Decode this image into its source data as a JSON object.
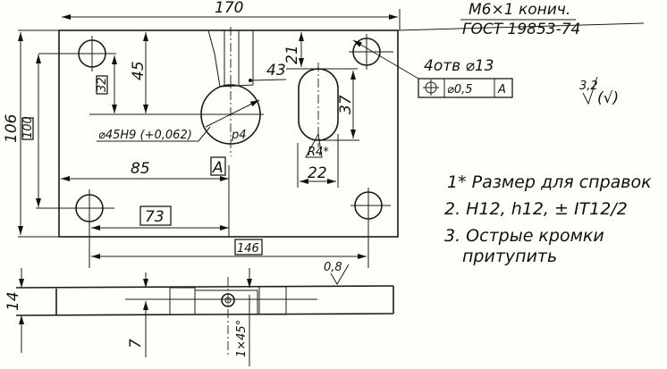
{
  "drawing": {
    "dimensions": {
      "overall_width": "170",
      "overall_height": "106",
      "hole_spacing_vertical": "100",
      "to_bore_vertical": "45",
      "ref_32": "32",
      "to_bore_horizontal": "85",
      "ref_73": "73",
      "hole_spacing_horizontal": "146",
      "slot_offset_x": "43",
      "slot_offset_y": "21",
      "slot_length": "37",
      "slot_width": "22",
      "slot_radius": "R4*",
      "bore": "⌀45H9 (+0,062)",
      "bore_radius": "p4",
      "thickness": "14",
      "depth_7": "7",
      "chamfer": "1×45°",
      "roughness_side": "0,8"
    },
    "datum": "A",
    "thread_callout": {
      "line1": "M6×1 конич.",
      "line2": "ГОСТ 19853-74"
    },
    "holes_callout": "4отв ⌀13",
    "tolerance_frame": {
      "symbol": "⌖",
      "value": "⌀0,5",
      "datum": "A"
    },
    "roughness_general": {
      "value": "3,2",
      "bracket": "(√)"
    },
    "notes": [
      "1* Размер для справок",
      "2. H12, h12, ± IT12/2",
      "3. Острые кромки",
      "притупить"
    ]
  }
}
